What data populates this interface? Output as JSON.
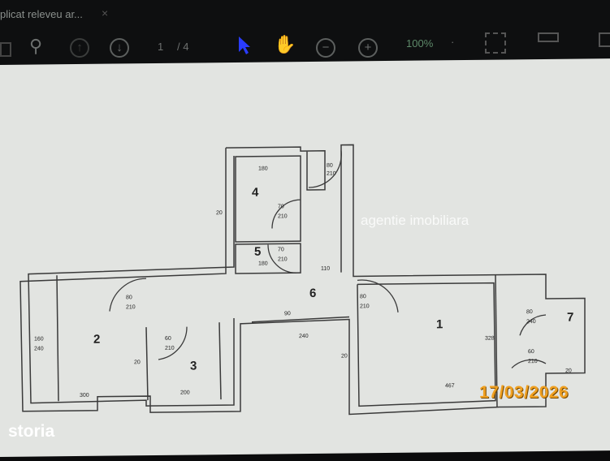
{
  "viewer": {
    "tab_title": "plicat releveu ar...",
    "tab_close": "×",
    "current_page": "1",
    "page_total": "/ 4",
    "zoom": "100%"
  },
  "plan": {
    "rooms": [
      "1",
      "2",
      "3",
      "4",
      "5",
      "6",
      "7"
    ],
    "dims": {
      "d180_top": "180",
      "d20_left": "20",
      "d180_r5": "180",
      "d110": "110",
      "door4": "70",
      "door4h": "210",
      "door5": "70",
      "door5h": "210",
      "door_bath": "80",
      "door_bath_h": "210",
      "door2": "80",
      "door2h": "210",
      "door3": "60",
      "door3h": "210",
      "door1": "80",
      "door1h": "210",
      "door_in": "90",
      "door_in_h": "240",
      "d300": "300",
      "d200": "200",
      "d467": "467",
      "d328": "328",
      "win2": "160",
      "win2h": "240",
      "win1": "80",
      "win1h": "240",
      "win7": "60",
      "win7h": "210",
      "d20a": "20",
      "d20b": "20",
      "d20c": "20"
    }
  },
  "watermark": "agentie imobiliara",
  "date_stamp": "17/03/2026",
  "brand": "storia",
  "colors": {
    "accent_cursor": "#2a3cff",
    "date": "#f0a020"
  }
}
